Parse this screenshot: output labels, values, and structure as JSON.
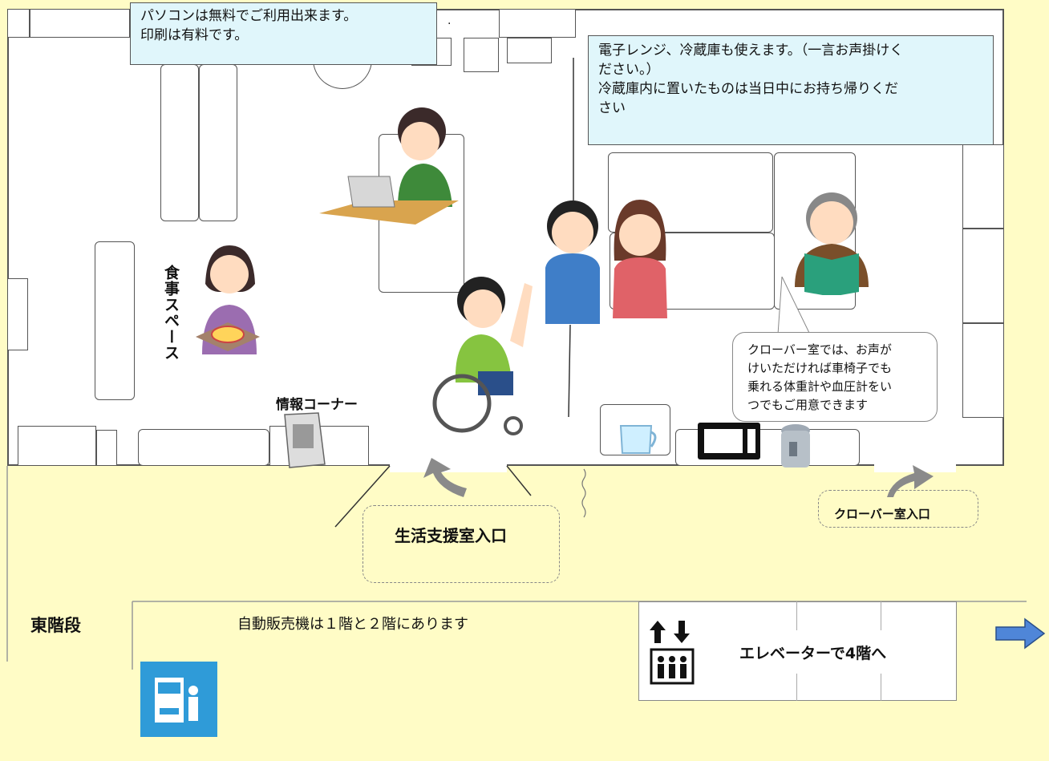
{
  "notes": {
    "pc": [
      "パソコンは無料でご利用出来ます。",
      "印刷は有料です。"
    ],
    "microwave": [
      "電子レンジ、冷蔵庫も使えます。（一言お声掛けく",
      "ださい。）",
      "冷蔵庫内に置いたものは当日中にお持ち帰りくだ",
      "さい"
    ],
    "clover_bubble": [
      "クローバー室では、お声が",
      "けいただければ車椅子でも",
      "乗れる体重計や血圧計をい",
      "つでもご用意できます"
    ]
  },
  "labels": {
    "dining": "食事スペース",
    "info_corner": "情報コーナー",
    "seikatsu_entrance": "生活支援室入口",
    "clover_entrance": "クローバー室入口",
    "east_stairs": "東階段",
    "vending": "自動販売機は１階と２階にあります",
    "elevator": "エレベーターで4階へ",
    "dot": "."
  },
  "icons": {
    "vending_icon": "vending-machine-icon",
    "elevator_icon": "elevator-icon",
    "arrow_right": "arrow-right-icon"
  },
  "colors": {
    "background": "#fffcc6",
    "note_fill": "#e0f6fb",
    "vending_blue": "#2f9bd8",
    "arrow_blue": "#4f86d8",
    "curved_arrow": "#8a8a8a"
  }
}
